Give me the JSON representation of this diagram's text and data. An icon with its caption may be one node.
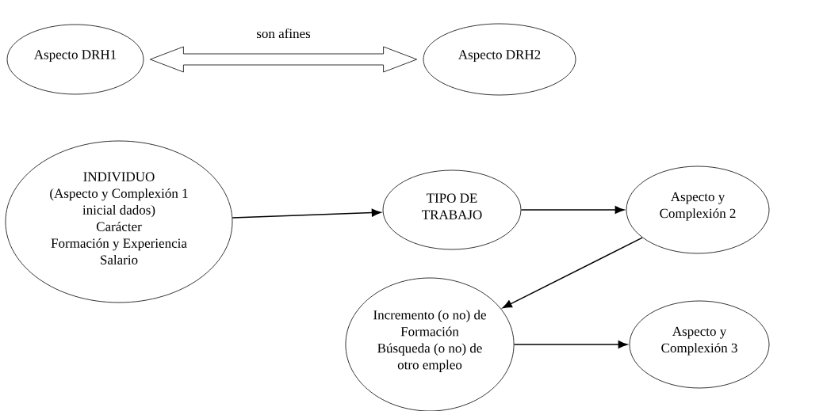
{
  "diagram": {
    "nodes": [
      {
        "text": [
          "Aspecto DRH1"
        ]
      },
      {
        "text": [
          "Aspecto DRH2"
        ]
      },
      {
        "text": [
          "INDIVIDUO",
          "(Aspecto y Complexión 1 inicial dados)",
          "Carácter",
          "Formación y Experiencia",
          "Salario"
        ]
      },
      {
        "text": [
          "TIPO DE TRABAJO"
        ]
      },
      {
        "text": [
          "Aspecto y Complexión 2"
        ]
      },
      {
        "text": [
          "Incremento (o no) de Formación",
          "Búsqueda (o no) de otro empleo"
        ]
      },
      {
        "text": [
          "Aspecto y Complexión 3"
        ]
      }
    ],
    "edges": [
      {
        "from": 0,
        "to": 1,
        "arrow": "both",
        "label": "son afines"
      },
      {
        "from": 2,
        "to": 3,
        "arrow": "to"
      },
      {
        "from": 3,
        "to": 4,
        "arrow": "to"
      },
      {
        "from": 4,
        "to": 5,
        "arrow": "to"
      },
      {
        "from": 5,
        "to": 6,
        "arrow": "to"
      }
    ]
  }
}
